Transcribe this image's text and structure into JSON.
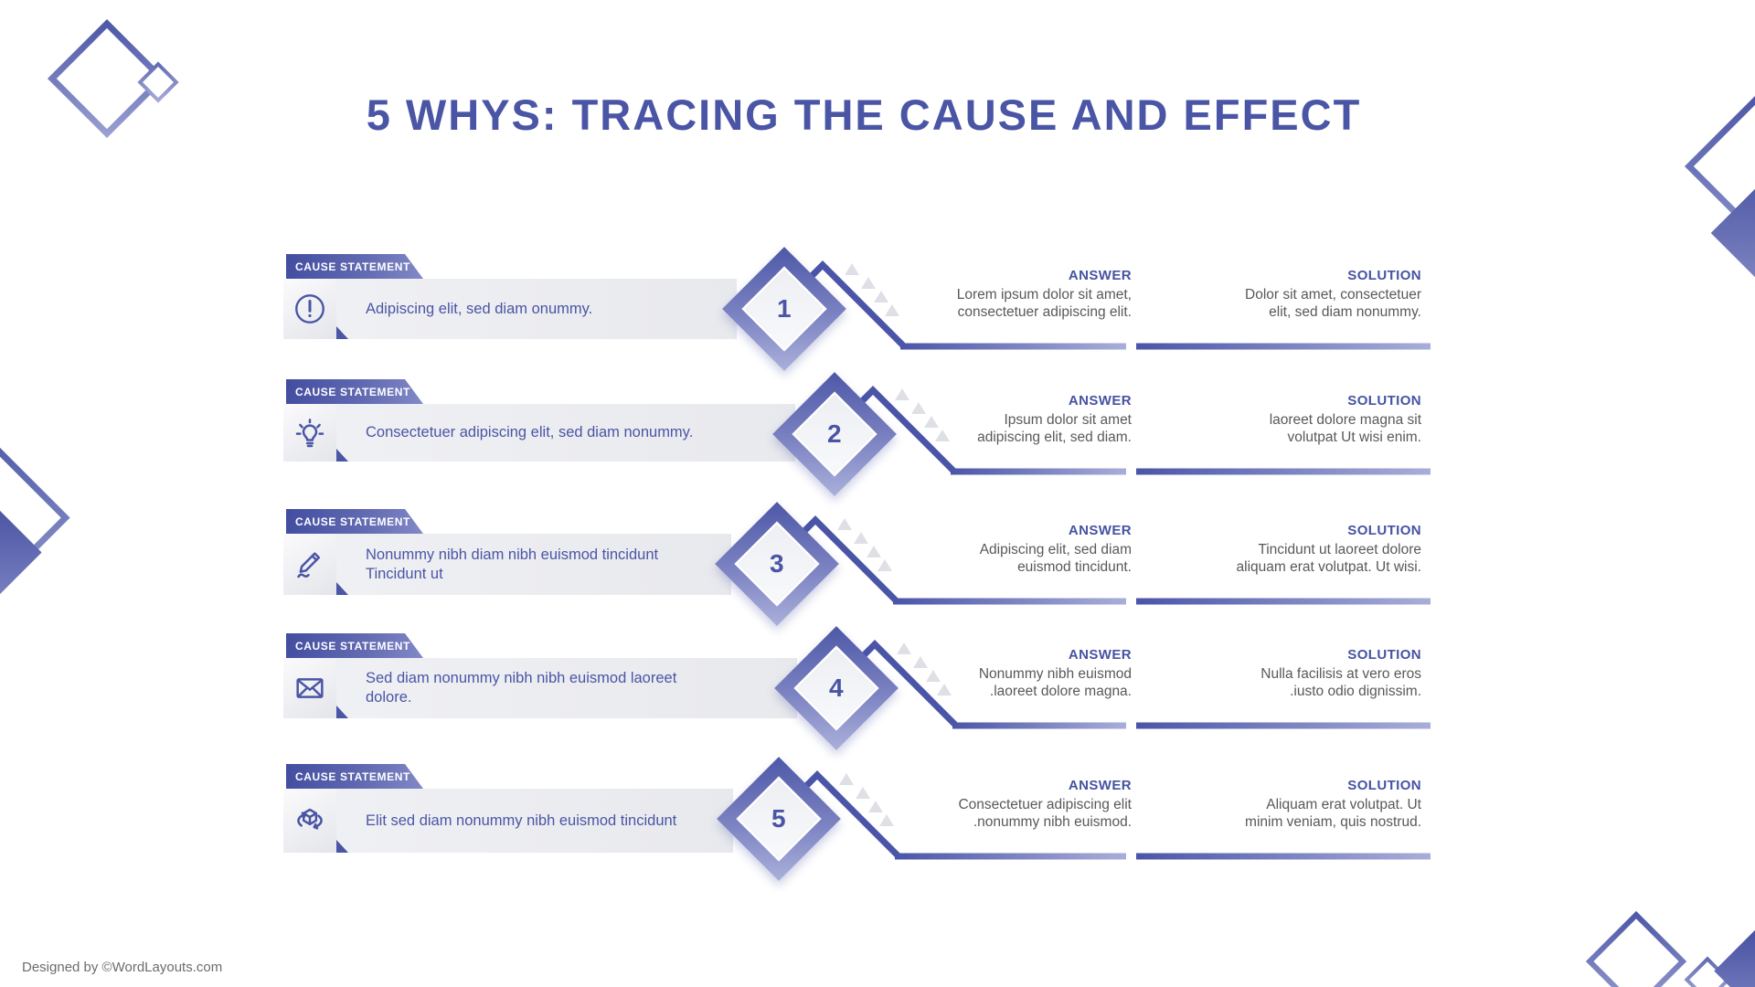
{
  "page": {
    "title": "5 WHYS: TRACING THE CAUSE AND EFFECT",
    "credit": "Designed by ©WordLayouts.com"
  },
  "labels": {
    "cause_tab": "CAUSE STATEMENT",
    "answer": "ANSWER",
    "solution": "SOLUTION"
  },
  "colors": {
    "accent": "#4a55a5",
    "accent_light": "#8a90cb",
    "bar_gray": "#eaebee",
    "body_text": "#58595b",
    "triangle_gray": "#dfe0e5"
  },
  "rows": [
    {
      "number": "1",
      "icon": "alert-icon",
      "cause": "Adipiscing elit, sed diam onummy.",
      "answer": "Lorem ipsum dolor sit amet, consectetuer adipiscing elit.",
      "solution": "Dolor sit amet, consectetuer elit, sed diam nonummy."
    },
    {
      "number": "2",
      "icon": "lightbulb-icon",
      "cause": "Consectetuer adipiscing elit, sed diam nonummy.",
      "answer": "Ipsum dolor sit amet adipiscing elit, sed diam.",
      "solution": "laoreet dolore magna sit volutpat Ut wisi enim."
    },
    {
      "number": "3",
      "icon": "pencil-icon",
      "cause": "Nonummy nibh diam nibh euismod tincidunt Tincidunt ut",
      "answer": "Adipiscing elit, sed diam euismod tincidunt.",
      "solution": "Tincidunt ut laoreet dolore aliquam erat volutpat. Ut wisi."
    },
    {
      "number": "4",
      "icon": "envelope-icon",
      "cause": "Sed diam nonummy nibh nibh euismod laoreet dolore.",
      "answer": "Nonummy nibh euismod .laoreet dolore magna.",
      "solution": "Nulla facilisis at vero eros .iusto odio dignissim."
    },
    {
      "number": "5",
      "icon": "cube-icon",
      "cause": "Elit sed diam nonummy nibh euismod tincidunt",
      "answer": "Consectetuer adipiscing elit .nonummy nibh euismod.",
      "solution": "Aliquam erat volutpat. Ut minim veniam, quis nostrud."
    }
  ]
}
